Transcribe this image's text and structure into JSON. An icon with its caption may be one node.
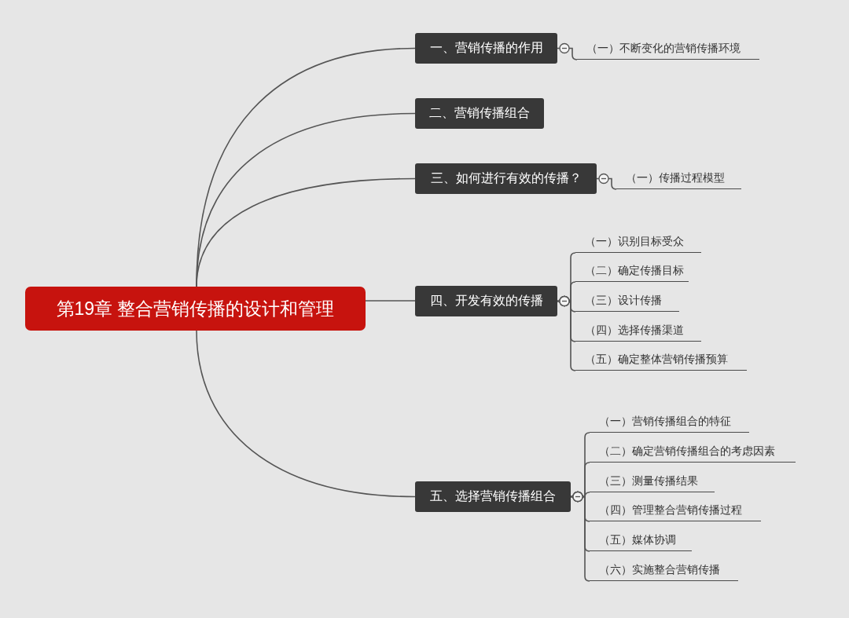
{
  "diagram": {
    "nodes": [
      {
        "text": [
          "第19章 整合营销传播的设计和管理"
        ]
      },
      {
        "text": [
          "一、营销传播的作用"
        ]
      },
      {
        "text": [
          "（一）不断变化的营销传播环境"
        ]
      },
      {
        "text": [
          "二、营销传播组合"
        ]
      },
      {
        "text": [
          "三、如何进行有效的传播？"
        ]
      },
      {
        "text": [
          "（一）传播过程模型"
        ]
      },
      {
        "text": [
          "四、开发有效的传播"
        ]
      },
      {
        "text": [
          "（一）识别目标受众"
        ]
      },
      {
        "text": [
          "（二）确定传播目标"
        ]
      },
      {
        "text": [
          "（三）设计传播"
        ]
      },
      {
        "text": [
          "（四）选择传播渠道"
        ]
      },
      {
        "text": [
          "（五）确定整体营销传播预算"
        ]
      },
      {
        "text": [
          "五、选择营销传播组合"
        ]
      },
      {
        "text": [
          "（一）营销传播组合的特征"
        ]
      },
      {
        "text": [
          "（二）确定营销传播组合的考虑因素"
        ]
      },
      {
        "text": [
          "（三）测量传播结果"
        ]
      },
      {
        "text": [
          "（四）管理整合营销传播过程"
        ]
      },
      {
        "text": [
          "（五）媒体协调"
        ]
      },
      {
        "text": [
          "（六）实施整合营销传播"
        ]
      }
    ],
    "edges": [
      {
        "from": 0,
        "to": 1,
        "arrow": "none"
      },
      {
        "from": 0,
        "to": 3,
        "arrow": "none"
      },
      {
        "from": 0,
        "to": 4,
        "arrow": "none"
      },
      {
        "from": 0,
        "to": 6,
        "arrow": "none"
      },
      {
        "from": 0,
        "to": 12,
        "arrow": "none"
      },
      {
        "from": 1,
        "to": 2,
        "arrow": "other"
      },
      {
        "from": 4,
        "to": 5,
        "arrow": "other"
      },
      {
        "from": 6,
        "to": 7,
        "arrow": "other"
      },
      {
        "from": 6,
        "to": 8,
        "arrow": "other"
      },
      {
        "from": 6,
        "to": 9,
        "arrow": "other"
      },
      {
        "from": 6,
        "to": 10,
        "arrow": "other"
      },
      {
        "from": 6,
        "to": 11,
        "arrow": "other"
      },
      {
        "from": 12,
        "to": 13,
        "arrow": "other"
      },
      {
        "from": 12,
        "to": 14,
        "arrow": "other"
      },
      {
        "from": 12,
        "to": 15,
        "arrow": "other"
      },
      {
        "from": 12,
        "to": 16,
        "arrow": "other"
      },
      {
        "from": 12,
        "to": 17,
        "arrow": "other"
      },
      {
        "from": 12,
        "to": 18,
        "arrow": "other"
      }
    ]
  }
}
